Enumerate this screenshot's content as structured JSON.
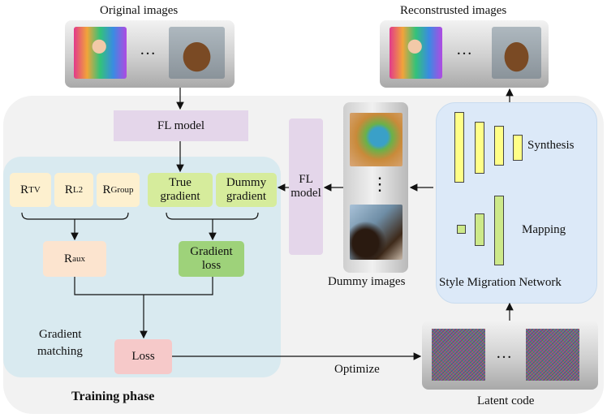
{
  "labels": {
    "original_images": "Original  images",
    "reconstructed_images": "Reconstrusted images",
    "fl_model_top": "FL model",
    "fl_model_side_line1": "FL",
    "fl_model_side_line2": "model",
    "dummy_images": "Dummy images",
    "style_migration_network": "Style Migration Network",
    "synthesis": "Synthesis",
    "mapping": "Mapping",
    "r_tv_main": "R",
    "r_tv_sub": "TV",
    "r_l2_main": "R",
    "r_l2_sub": "L2",
    "r_group_main": "R",
    "r_group_sub": "Group",
    "r_aux_main": "R",
    "r_aux_sub": "aux",
    "true_gradient_line1": "True",
    "true_gradient_line2": "gradient",
    "dummy_gradient_line1": "Dummy",
    "dummy_gradient_line2": "gradient",
    "gradient_loss_line1": "Gradient",
    "gradient_loss_line2": "loss",
    "gradient_matching_line1": "Gradient",
    "gradient_matching_line2": "matching",
    "loss": "Loss",
    "optimize": "Optimize",
    "latent_code": "Latent code",
    "training_phase": "Training phase",
    "ellipsis": "…",
    "vertical_ellipsis": "⋮"
  },
  "colors": {
    "training_area": "#f2f2f2",
    "gradient_matching_area": "#d9eaf0",
    "style_network_area": "#dce9f8",
    "fl_model_box": "#e4d6ea",
    "regularizer_box": "#fdf0cf",
    "r_aux_box": "#fce4cf",
    "gradient_box": "#d6ec9c",
    "gradient_loss_box": "#9ed27a",
    "loss_box": "#f6c9c9",
    "synthesis_bars": "#ffff88",
    "mapping_bars": "#cde98a"
  }
}
